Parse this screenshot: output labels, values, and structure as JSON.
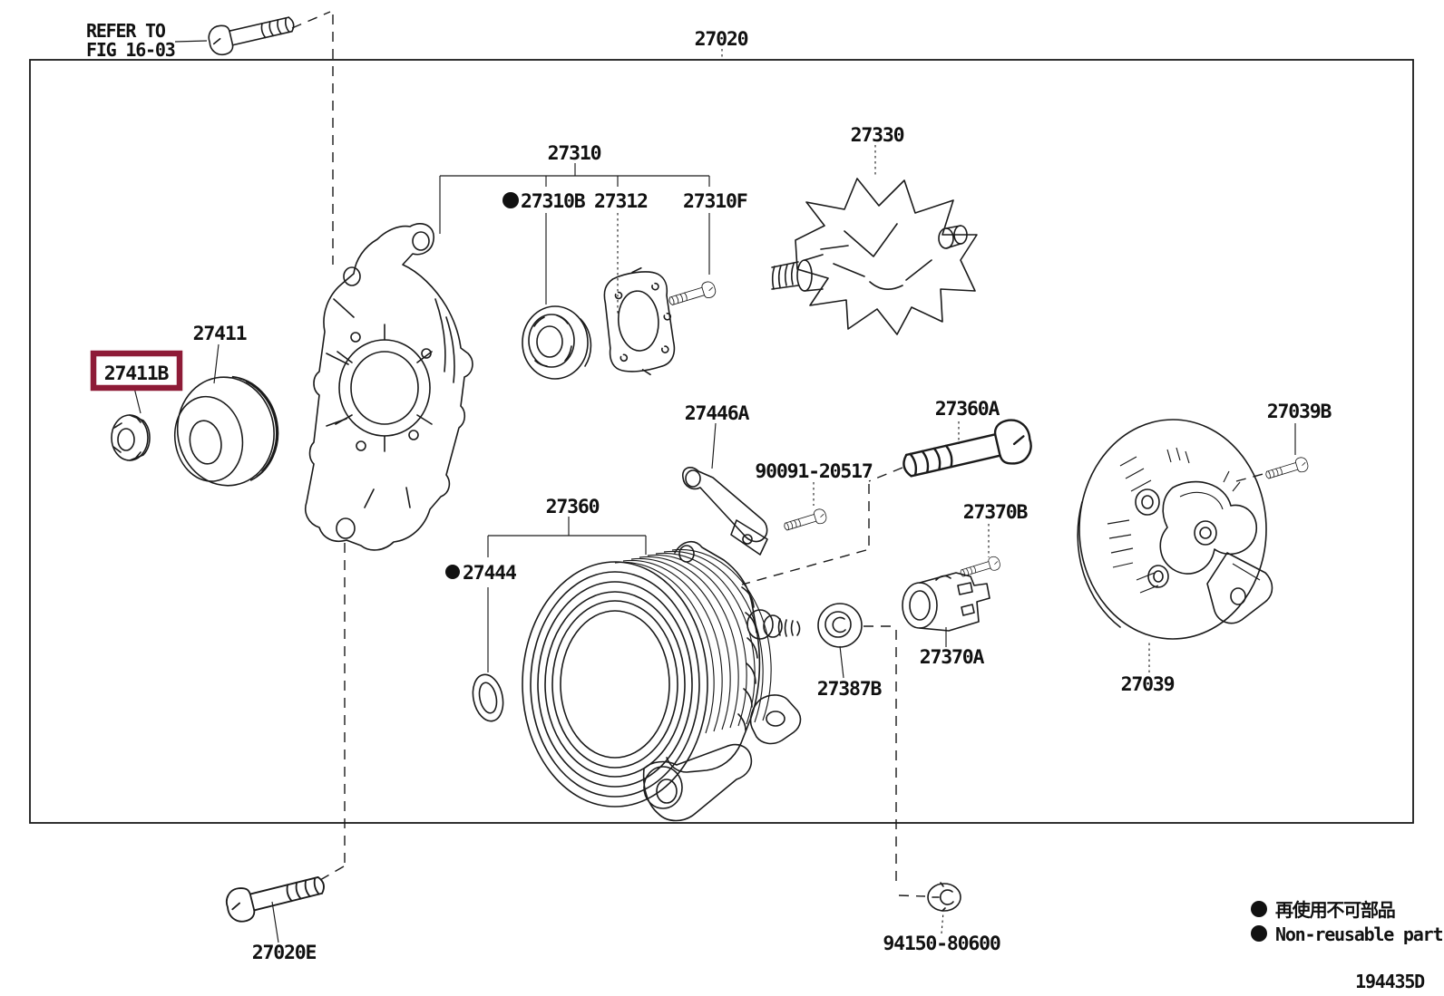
{
  "colors": {
    "ink": "#1a1a1a",
    "background": "#ffffff",
    "highlight_box": "#8e1b37"
  },
  "refer_note": {
    "line1": "REFER TO",
    "line2": "FIG 16-03"
  },
  "labels": {
    "assembly": "27020",
    "front_bracket_group": "27310",
    "bearing": "27310B",
    "bearing_retainer": "27312",
    "retainer_screw": "27310F",
    "rotor": "27330",
    "pulley": "27411",
    "pulley_nut": "27411B",
    "terminal_plate": "27446A",
    "through_bolt": "27360A",
    "screw_90091": "90091-20517",
    "brush_holder_screw": "27370B",
    "cover_bolt": "27039B",
    "stator_group": "27360",
    "washer": "27444",
    "grommet": "27387B",
    "brush_holder": "27370A",
    "end_cover": "27039",
    "mount_bolt": "27020E",
    "nut_94150": "94150-80600"
  },
  "selected_part": "27411B",
  "non_reusable_marked_parts": [
    "27310B",
    "27444"
  ],
  "legend": {
    "jp": "再使用不可部品",
    "en": "Non-reusable part"
  },
  "figure_code": "194435D"
}
